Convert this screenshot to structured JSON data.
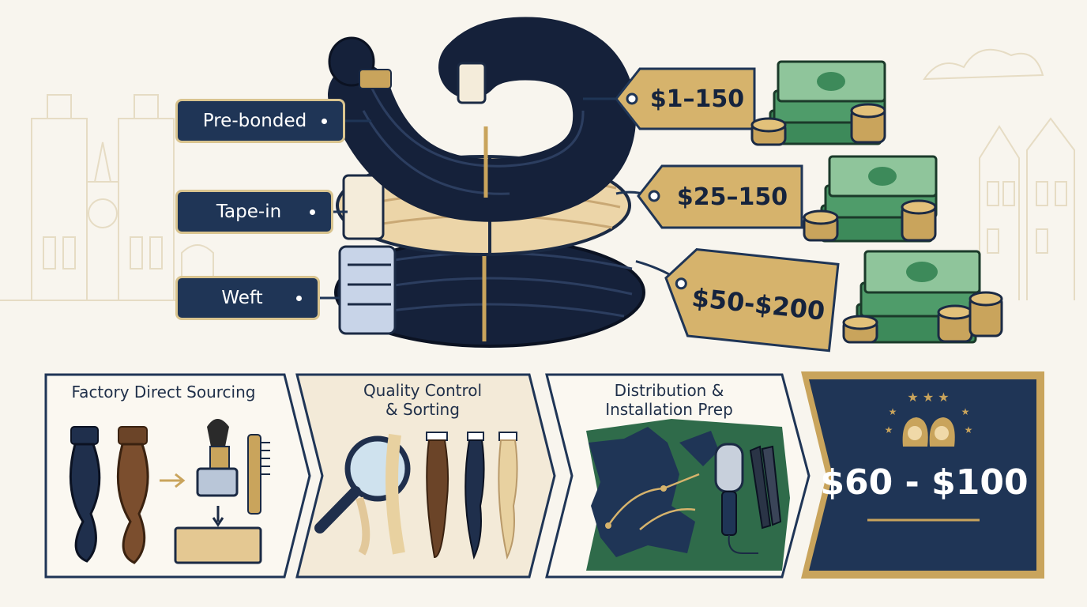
{
  "extension_types": [
    {
      "label": "Pre-bonded",
      "price": "$1–150"
    },
    {
      "label": "Tape-in",
      "price": "$25–150"
    },
    {
      "label": "Weft",
      "price": "$50-$200"
    }
  ],
  "process_steps": [
    {
      "title_line1": "Factory Direct Sourcing",
      "title_line2": ""
    },
    {
      "title_line1": "Quality Control",
      "title_line2": "& Sorting"
    },
    {
      "title_line1": "Distribution &",
      "title_line2": "Installation Prep"
    }
  ],
  "final_price": "$60 - $100",
  "colors": {
    "navy": "#1f3556",
    "gold": "#c9a45c",
    "tag_gold": "#d6b36c",
    "money_green": "#3d8a5a",
    "map_green": "#2f6b4a",
    "background": "#f8f5ee"
  },
  "icons": [
    "price-tag-icon",
    "money-stack-icon",
    "coin-stack-icon",
    "magnifier-icon",
    "brush-icon",
    "comb-icon",
    "hair-dryer-brush-icon",
    "flat-iron-icon",
    "europe-map-icon",
    "women-stars-icon"
  ]
}
